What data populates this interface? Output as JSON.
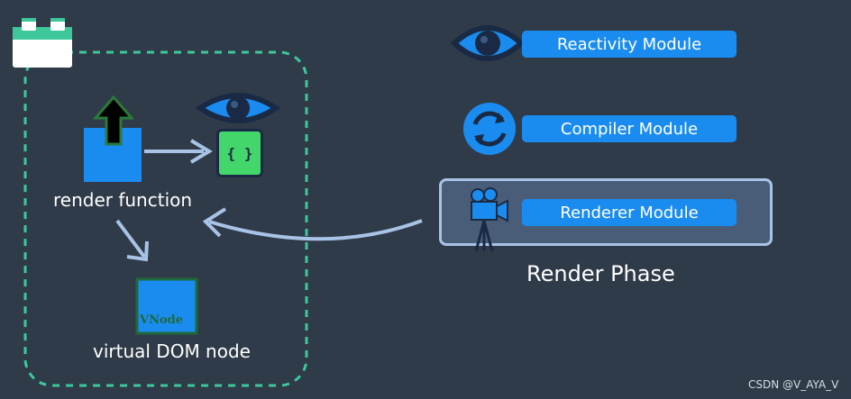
{
  "diagram": {
    "left": {
      "render_function_label": "render function",
      "vnode_badge": "VNode",
      "virtual_dom_label": "virtual DOM node",
      "braces_label": "{ }"
    },
    "modules": [
      {
        "label": "Reactivity Module",
        "icon": "eye-icon"
      },
      {
        "label": "Compiler Module",
        "icon": "sync-icon"
      },
      {
        "label": "Renderer Module",
        "icon": "camera-icon"
      }
    ],
    "render_phase_label": "Render Phase",
    "watermark": "CSDN @V_AYA_V"
  },
  "colors": {
    "background": "#2f3b48",
    "module_blue": "#1a8cf0",
    "dashed_outline": "#3ec79a",
    "arrow": "#a9c3e6",
    "eye_dark": "#1a2a44",
    "braces_green": "#43d66a"
  }
}
